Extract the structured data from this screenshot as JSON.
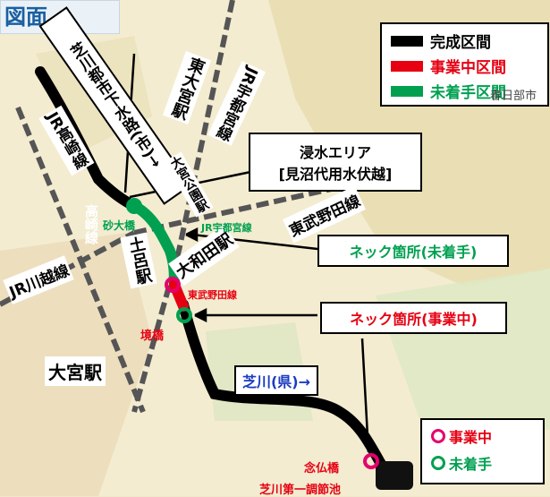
{
  "tab_label": "図面",
  "legend": [
    {
      "label": "完成区間",
      "color": "#000000"
    },
    {
      "label": "事業中区間",
      "color": "#e60012"
    },
    {
      "label": "未着手区間",
      "color": "#00a050"
    }
  ],
  "status_legend": [
    {
      "label": "事業中",
      "color": "#e6006e"
    },
    {
      "label": "未着手",
      "color": "#00a050"
    }
  ],
  "callouts": {
    "sewer": "芝川都市下水路(市)→",
    "flood_line1": "浸水エリア",
    "flood_line2": "[見沼代用水伏越]",
    "neck_unstarted": "ネック箇所(未着手)",
    "neck_inprogress": "ネック箇所(事業中)",
    "river": "芝川(県)→"
  },
  "stations": {
    "higashi_omiya": "東大宮駅",
    "omiya": "大宮駅",
    "tsuchiro": "土呂駅",
    "omiya_koen": "大和田駅"
  },
  "rail_lines": {
    "jr_utsunomiya": "JR宇都宮線",
    "jr_takasaki": "JR高崎線",
    "jr_kawagoe": "JR川越線",
    "tobu_noda": "東武野田線",
    "tobu_noda_2": "東武野田線",
    "jr_utsunomiya_2": "JR宇都宮線",
    "takasaki_line": "高崎線",
    "omiya_koen_station": "大宮公園駅"
  },
  "place_labels": {
    "kasukabe": "春日部市"
  },
  "point_labels": {
    "sunaohashi": "砂大橋",
    "sakaibashi": "境橋",
    "nenbutsubashi": "念仏橋",
    "shibakawa_pond": "芝川第一調節池"
  },
  "colors": {
    "completed": "#000000",
    "in_progress": "#e60012",
    "unstarted": "#00a050",
    "marker_in_progress": "#e6006e",
    "marker_unstarted": "#00a050"
  }
}
